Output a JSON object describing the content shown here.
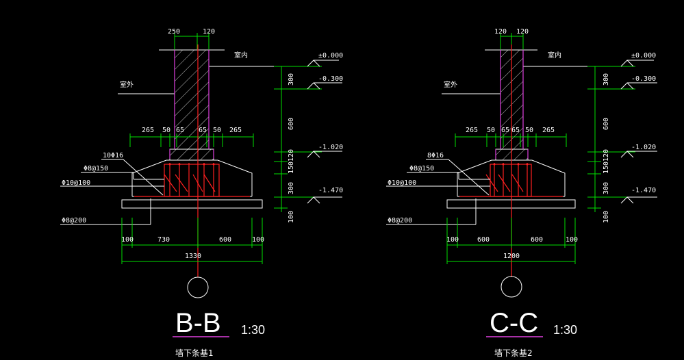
{
  "colors": {
    "background": "#000000",
    "dimension": "#00e000",
    "outline": "#ffffff",
    "wall": "#e040e0",
    "rebar": "#ff2020"
  },
  "left": {
    "top_dims": [
      "250",
      "120"
    ],
    "inside_label": "室内",
    "outside_label": "室外",
    "mid_dims": [
      "265",
      "50",
      "65",
      "65",
      "50",
      "265"
    ],
    "rebar_labels": [
      "10Φ16",
      "Φ8@150",
      "Φ10@100",
      "Φ8@200"
    ],
    "levels": [
      "±0.000",
      "-0.300",
      "-1.020",
      "-1.470"
    ],
    "v_dims": [
      "300",
      "600",
      "120",
      "150",
      "300",
      "100"
    ],
    "bottom_dims": [
      "100",
      "730",
      "600",
      "100"
    ],
    "total": "1330",
    "title": "B-B",
    "scale": "1:30",
    "caption": "墙下条基1"
  },
  "right": {
    "top_dims": [
      "120",
      "120"
    ],
    "inside_label": "室内",
    "outside_label": "室外",
    "mid_dims": [
      "265",
      "50",
      "65",
      "65",
      "50",
      "265"
    ],
    "rebar_labels": [
      "8Φ16",
      "Φ8@150",
      "Φ10@100",
      "Φ8@200"
    ],
    "levels": [
      "±0.000",
      "-0.300",
      "-1.020",
      "-1.470"
    ],
    "v_dims": [
      "300",
      "600",
      "120",
      "150",
      "300",
      "100"
    ],
    "bottom_dims": [
      "100",
      "600",
      "600",
      "100"
    ],
    "total": "1200",
    "title": "C-C",
    "scale": "1:30",
    "caption": "墙下条基2"
  }
}
